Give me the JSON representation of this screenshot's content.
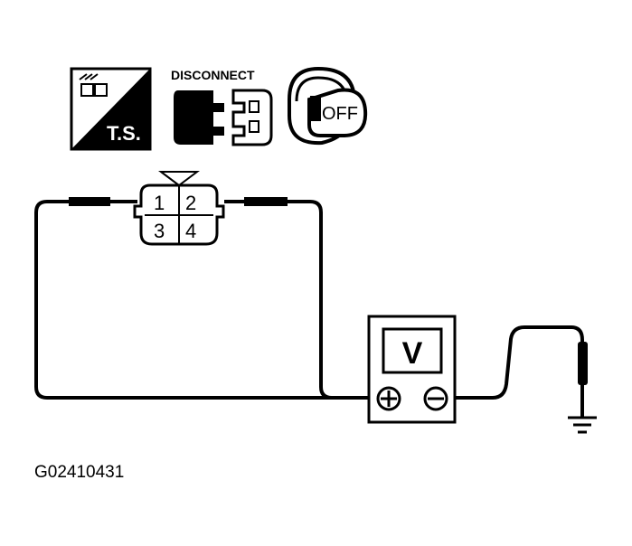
{
  "icons": {
    "ts_label": "T.S.",
    "disconnect_label": "DISCONNECT",
    "ignition_label": "OFF"
  },
  "connector": {
    "pins": [
      "1",
      "2",
      "3",
      "4"
    ]
  },
  "meter": {
    "label": "V",
    "positive_symbol": "+",
    "negative_symbol": "−"
  },
  "figure_id": "G02410431",
  "colors": {
    "ink": "#000000",
    "paper": "#ffffff"
  }
}
